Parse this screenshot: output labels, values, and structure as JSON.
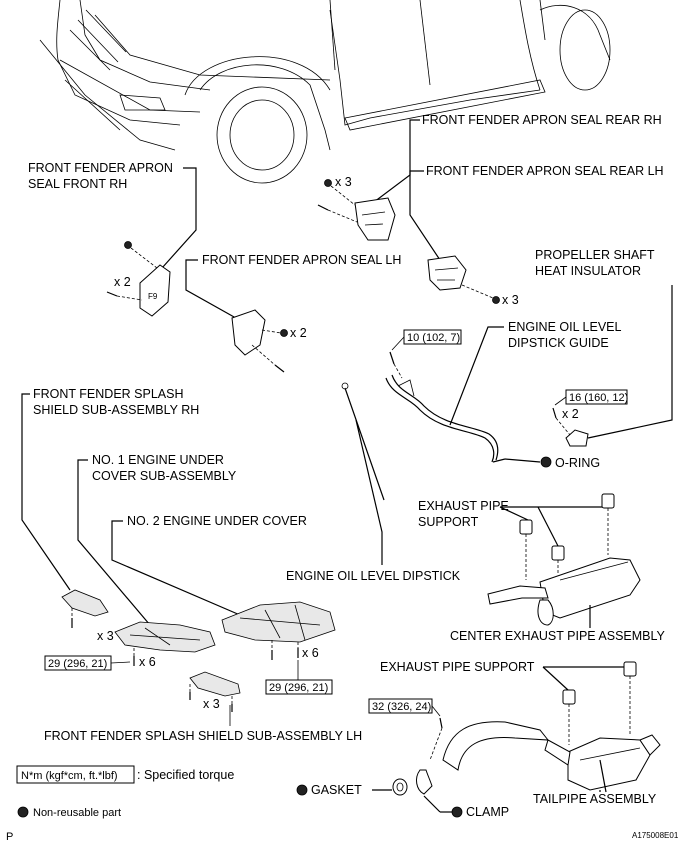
{
  "labels": {
    "apron_seal_rear_rh": "FRONT FENDER APRON SEAL REAR RH",
    "apron_seal_front_rh_1": "FRONT FENDER APRON",
    "apron_seal_front_rh_2": "SEAL FRONT RH",
    "apron_seal_rear_lh": "FRONT FENDER APRON SEAL REAR LH",
    "apron_seal_lh": "FRONT FENDER APRON SEAL LH",
    "propeller_1": "PROPELLER SHAFT",
    "propeller_2": "HEAT INSULATOR",
    "dipstick_guide_1": "ENGINE OIL LEVEL",
    "dipstick_guide_2": "DIPSTICK GUIDE",
    "splash_rh_1": "FRONT FENDER SPLASH",
    "splash_rh_2": "SHIELD SUB-ASSEMBLY RH",
    "under_cover_1_a": "NO. 1 ENGINE UNDER",
    "under_cover_1_b": "COVER SUB-ASSEMBLY",
    "under_cover_2": "NO. 2 ENGINE UNDER COVER",
    "exhaust_support_1": "EXHAUST PIPE",
    "exhaust_support_2": "SUPPORT",
    "dipstick": "ENGINE OIL LEVEL DIPSTICK",
    "center_exhaust": "CENTER EXHAUST PIPE ASSEMBLY",
    "exhaust_support_rear": "EXHAUST PIPE SUPPORT",
    "splash_lh": "FRONT FENDER SPLASH SHIELD SUB-ASSEMBLY LH",
    "gasket": "GASKET",
    "clamp": "CLAMP",
    "tailpipe": "TAILPIPE ASSEMBLY",
    "o_ring": "O-RING"
  },
  "quantities": {
    "q_x3_rear_rh": "x 3",
    "q_x2_front_rh": "x 2",
    "q_x2_seal_lh": "x 2",
    "q_x3_rear_lh": "x 3",
    "q_x2_propeller": "x 2",
    "q_x3_splash_rh": "x 3",
    "q_x6_cover1": "x 6",
    "q_x6_cover2": "x 6",
    "q_x3_splash_lh": "x 3"
  },
  "torques": {
    "t_dipstick_guide": "10 (102, 7)",
    "t_propeller": "16 (160, 12)",
    "t_cover1": "29 (296, 21)",
    "t_cover2": "29 (296, 21)",
    "t_tailpipe": "32 (326, 24)"
  },
  "legend": {
    "torque_unit": "N*m (kgf*cm, ft.*lbf)",
    "torque_text": ": Specified torque",
    "non_reusable": "Non-reusable part"
  },
  "footer": {
    "left_mark": "P",
    "figure_id": "A175008E01"
  }
}
